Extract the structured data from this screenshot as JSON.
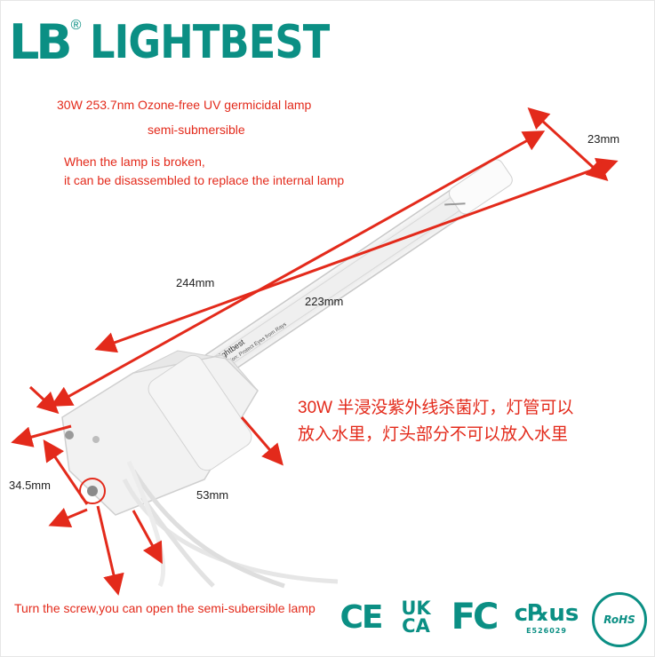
{
  "brand": {
    "logo_mark": "LB",
    "registered": "®",
    "name": "LIGHTBEST"
  },
  "specs": {
    "line1": "30W 253.7nm Ozone-free UV germicidal lamp",
    "line2": "semi-submersible",
    "note1": "When the lamp is broken,",
    "note2": "it can be disassembled to replace the internal lamp"
  },
  "dimensions": {
    "diameter": "23mm",
    "total_length": "244mm",
    "tube_length": "223mm",
    "base_height": "34.5mm",
    "base_width": "53mm"
  },
  "lamp_print": {
    "brand": "Lightbest",
    "caution": "Caution: Protect Eyes from Rays"
  },
  "chinese": {
    "line1": "30W 半浸没紫外线杀菌灯，灯管可以",
    "line2": "放入水里，灯头部分不可以放入水里"
  },
  "bottom_note": "Turn the screw,you can open the semi-subersible lamp",
  "certifications": {
    "ce": "CE",
    "ukca_top": "UK",
    "ukca_bottom": "CA",
    "fc": "FC",
    "ul": "c℞us",
    "ul_number": "E526029",
    "rohs": "RoHS"
  },
  "colors": {
    "brand": "#0b8f84",
    "annotation": "#e32a1b"
  },
  "icons": [
    "registered-mark-icon",
    "arrow-icon",
    "ce-mark-icon",
    "ukca-mark-icon",
    "fc-mark-icon",
    "ul-mark-icon",
    "rohs-mark-icon"
  ]
}
